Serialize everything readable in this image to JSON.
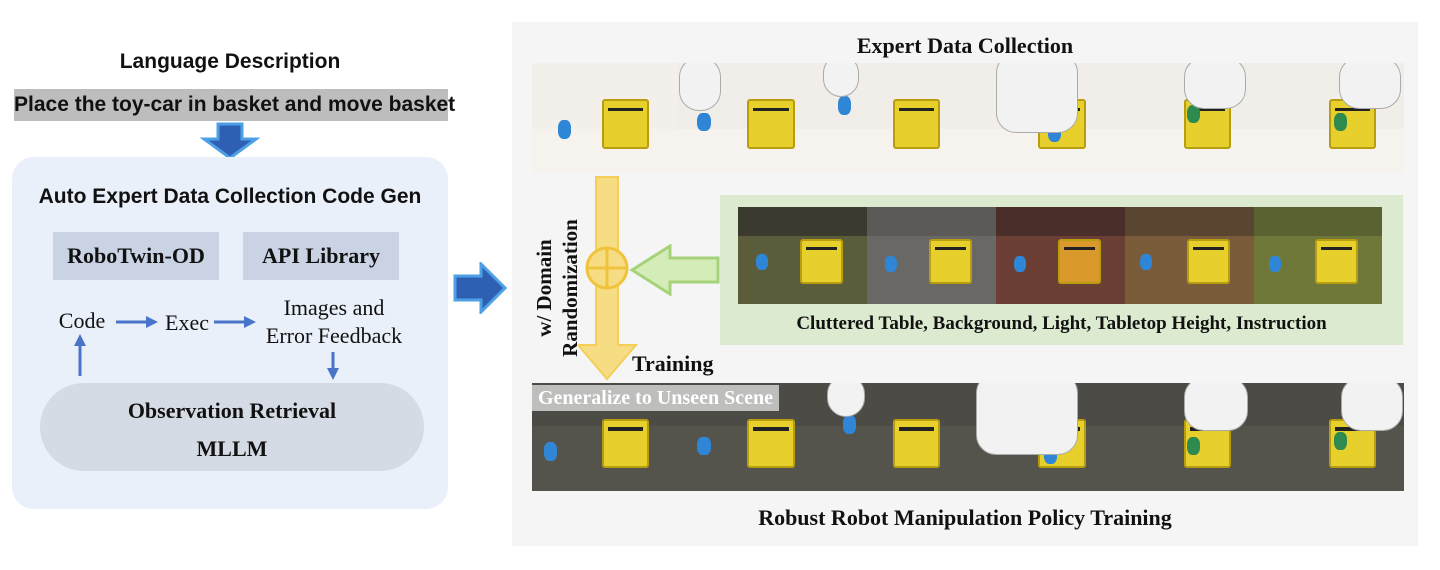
{
  "left": {
    "language_title": "Language Description",
    "instruction": "Place the toy-car in basket and move basket",
    "codegen_title": "Auto Expert Data Collection Code Gen",
    "robotwin": "RoboTwin-OD",
    "api_library": "API Library",
    "code": "Code",
    "exec": "Exec",
    "images_line1": "Images and",
    "images_line2": "Error Feedback",
    "obs_retrieval": "Observation Retrieval",
    "mllm": "MLLM"
  },
  "right": {
    "expert_title": "Expert Data Collection",
    "domain_rand_line1": "w/ Domain",
    "domain_rand_line2": "Randomization",
    "randomization_caption": "Cluttered Table, Background, Light, Tabletop Height, Instruction",
    "training": "Training",
    "generalize": "Generalize to Unseen Scene",
    "policy_title": "Robust Robot Manipulation Policy Training"
  },
  "colors": {
    "blue_arrow": "#4a90d9",
    "arrow_fill": "#2f5fb3",
    "yellow_arrow": "#f6dc82",
    "green_arrow": "#b9dd95",
    "panel_blue": "#eaf0f9",
    "green_panel": "#dcebcf",
    "basket": "#e8d02c"
  }
}
